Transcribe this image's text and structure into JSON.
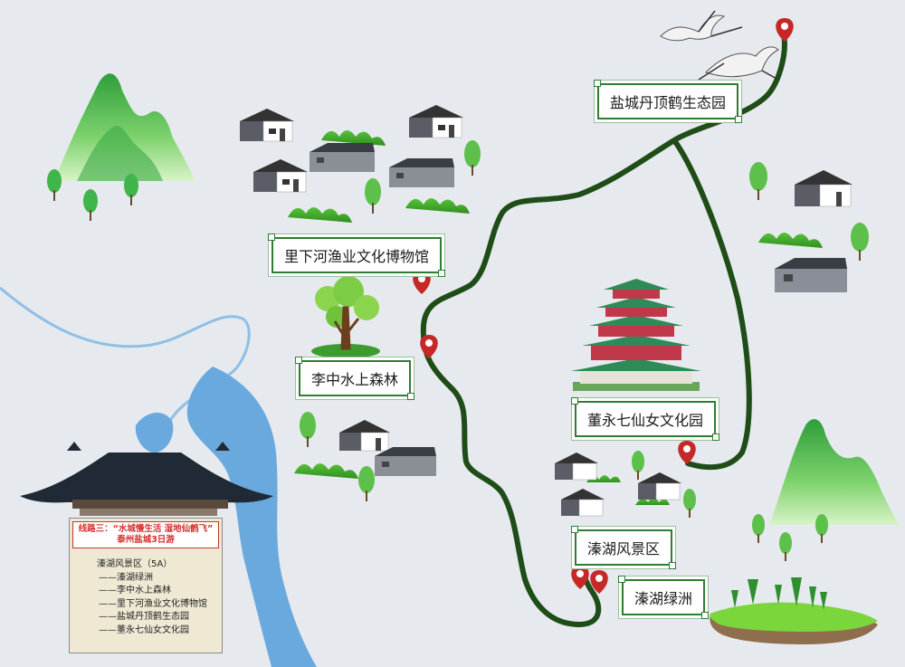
{
  "locations": [
    {
      "name": "盐城丹顶鹤生态园"
    },
    {
      "name": "里下河渔业文化博物馆"
    },
    {
      "name": "李中水上森林"
    },
    {
      "name": "董永七仙女文化园"
    },
    {
      "name": "溱湖风景区"
    },
    {
      "name": "溱湖绿洲"
    }
  ],
  "info_board": {
    "title_line1": "线路三：“水城慢生活 湿地仙鹤飞”",
    "title_line2": "泰州盐城3日游",
    "heading": "溱湖风景区（5A）",
    "items": [
      "——溱湖绿洲",
      "——李中水上森林",
      "——里下河渔业文化博物馆",
      "——盐城丹顶鹤生态园",
      "——董永七仙女文化园"
    ]
  },
  "colors": {
    "route": "#1f4d17",
    "river": "#6aa9de",
    "background": "#e6e9ed",
    "pin": "#c62828",
    "label_border": "#2e7d32",
    "title_red": "#d32f2f"
  },
  "icons": [
    "map-pin-icon",
    "house-icon",
    "tree-icon",
    "bush-icon",
    "mountain-icon",
    "pagoda-icon",
    "crane-icon",
    "pavilion-roof-icon"
  ]
}
